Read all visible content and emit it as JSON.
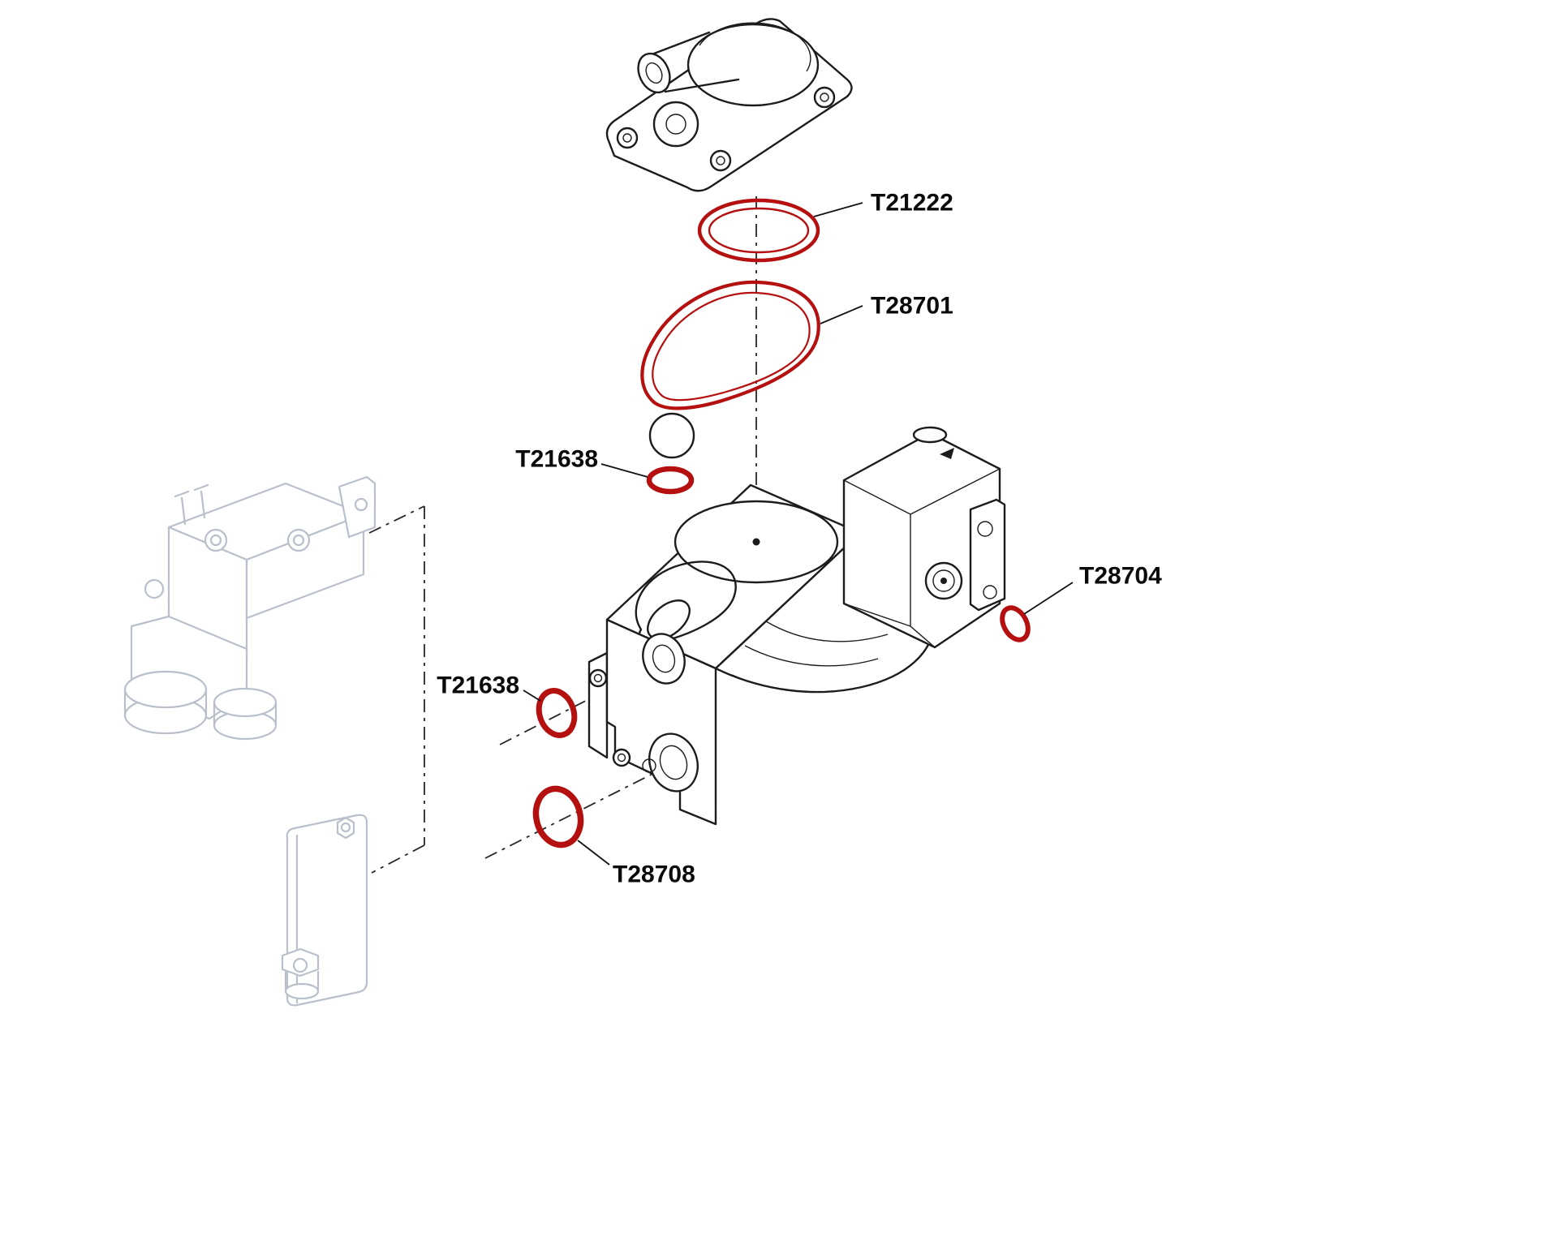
{
  "diagram": {
    "kind": "exploded-parts-diagram",
    "colors": {
      "highlight": "#b51010",
      "line": "#1c1c1c",
      "ghost": "#b9c0cb",
      "background": "#ffffff"
    },
    "parts": [
      {
        "part_number": "T21222",
        "component": "large-o-ring-seal"
      },
      {
        "part_number": "T28701",
        "component": "cover-gasket"
      },
      {
        "part_number": "T21638",
        "component": "small-o-ring-upper"
      },
      {
        "part_number": "T28704",
        "component": "small-o-ring-right"
      },
      {
        "part_number": "T21638",
        "component": "small-o-ring-left"
      },
      {
        "part_number": "T28708",
        "component": "o-ring-lower-port"
      }
    ]
  }
}
